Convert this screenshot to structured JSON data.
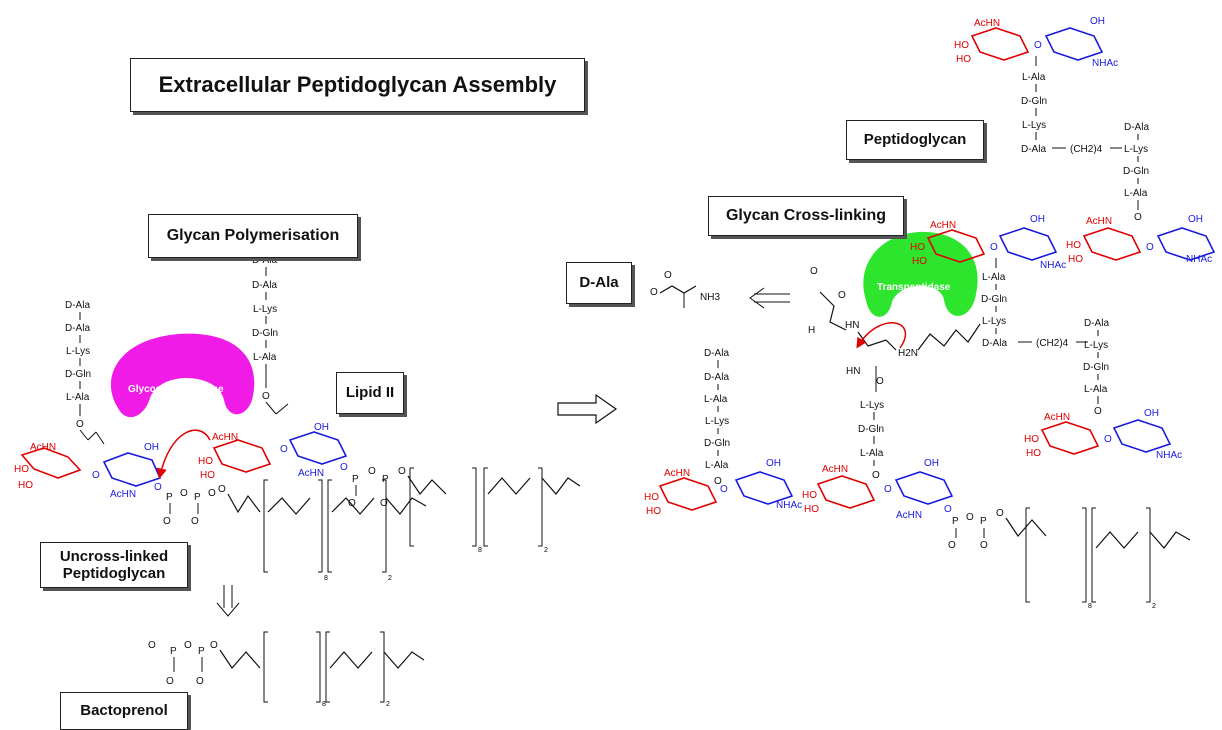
{
  "title": "Extracellular Peptidoglycan Assembly",
  "boxes": {
    "glycan_polymerisation": "Glycan Polymerisation",
    "lipid_ii": "Lipid II",
    "uncross_linked_line1": "Uncross-linked",
    "uncross_linked_line2": "Peptidoglycan",
    "bactoprenol": "Bactoprenol",
    "d_ala": "D-Ala",
    "glycan_cross_linking": "Glycan Cross-linking",
    "peptidoglycan": "Peptidoglycan"
  },
  "enzymes": {
    "glycosyltransferase": "Glycosyltransferase",
    "transpeptidase": "Transpeptidase"
  },
  "peptide_labels": {
    "d_ala": "D-Ala",
    "l_lys": "L-Lys",
    "d_gln": "D-Gln",
    "l_ala": "L-Ala"
  },
  "atom_labels": {
    "achn": "AcHN",
    "nhac": "NHAc",
    "ho": "HO",
    "oh": "OH",
    "o": "O",
    "p": "P",
    "h": "H",
    "hn": "HN",
    "h2n": "H2N",
    "nh3": "NH3",
    "ch2_4": "(CH2)4"
  },
  "subscripts": {
    "n8": "8",
    "n2": "2",
    "n4": "4"
  },
  "colors": {
    "muramic_red": "#e00000",
    "glucosamine_blue": "#1a1adf",
    "glycosyltransferase_magenta": "#f01be6",
    "transpeptidase_green": "#2ee52e",
    "bond_black": "#111111"
  }
}
